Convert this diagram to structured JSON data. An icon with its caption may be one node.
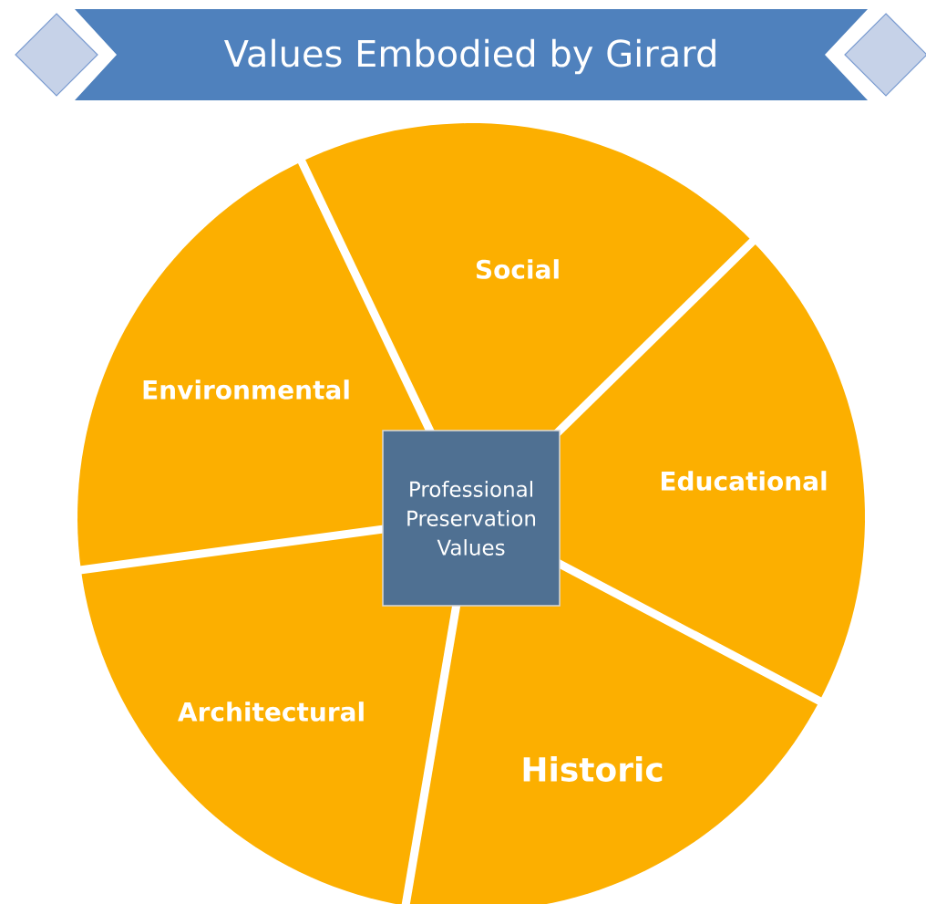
{
  "diagram": {
    "title": "Values Embodied by Girard",
    "nodes": [
      {
        "text": [
          "Social"
        ]
      },
      {
        "text": [
          "Environmental"
        ]
      },
      {
        "text": [
          "Professional Preservation Values"
        ]
      },
      {
        "text": [
          "Educational"
        ]
      },
      {
        "text": [
          "Architectural"
        ]
      },
      {
        "text": [
          "Historic"
        ]
      }
    ]
  }
}
